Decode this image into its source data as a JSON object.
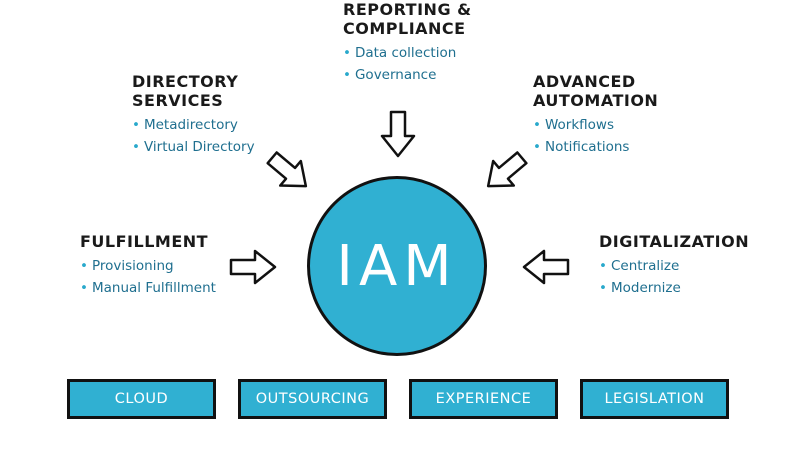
{
  "hub": {
    "label": "IAM"
  },
  "groups": {
    "reporting": {
      "title_line1": "Reporting &",
      "title_line2": "Compliance",
      "items": [
        "Data collection",
        "Governance"
      ]
    },
    "directory": {
      "title_line1": "Directory",
      "title_line2": "Services",
      "items": [
        "Metadirectory",
        "Virtual Directory"
      ]
    },
    "automation": {
      "title_line1": "Advanced",
      "title_line2": "Automation",
      "items": [
        "Workflows",
        "Notifications"
      ]
    },
    "fulfillment": {
      "title_line1": "Fulfillment",
      "items": [
        "Provisioning",
        "Manual Fulfillment"
      ]
    },
    "digitalization": {
      "title_line1": "Digitalization",
      "items": [
        "Centralize",
        "Modernize"
      ]
    }
  },
  "pillars": [
    "CLOUD",
    "OUTSOURCING",
    "EXPERIENCE",
    "LEGISLATION"
  ],
  "colors": {
    "accent": "#30b0d2",
    "item_text": "#1f6f8f",
    "outline": "#111111"
  },
  "bullet": "•"
}
